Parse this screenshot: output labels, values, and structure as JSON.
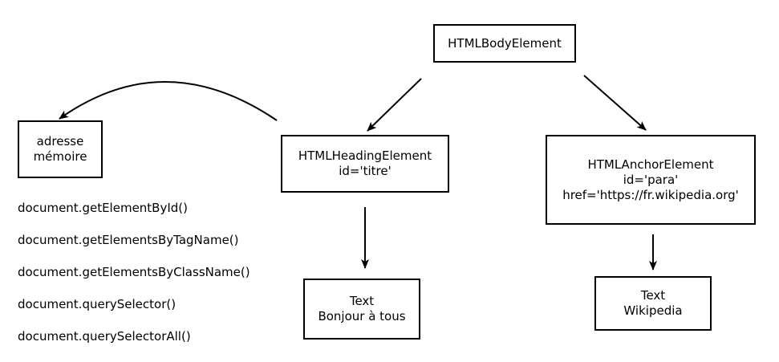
{
  "nodes": {
    "body": {
      "line1": "HTMLBodyElement"
    },
    "heading": {
      "line1": "HTMLHeadingElement",
      "line2": "id='titre'"
    },
    "anchor": {
      "line1": "HTMLAnchorElement",
      "line2": "id='para'",
      "line3": "href='https://fr.wikipedia.org'"
    },
    "memory": {
      "line1": "adresse",
      "line2": "mémoire"
    },
    "text_heading": {
      "line1": "Text",
      "line2": "Bonjour à tous"
    },
    "text_anchor": {
      "line1": "Text",
      "line2": "Wikipedia"
    }
  },
  "methods": [
    "document.getElementById()",
    "document.getElementsByTagName()",
    "document.getElementsByClassName()",
    "document.querySelector()",
    "document.querySelectorAll()"
  ]
}
